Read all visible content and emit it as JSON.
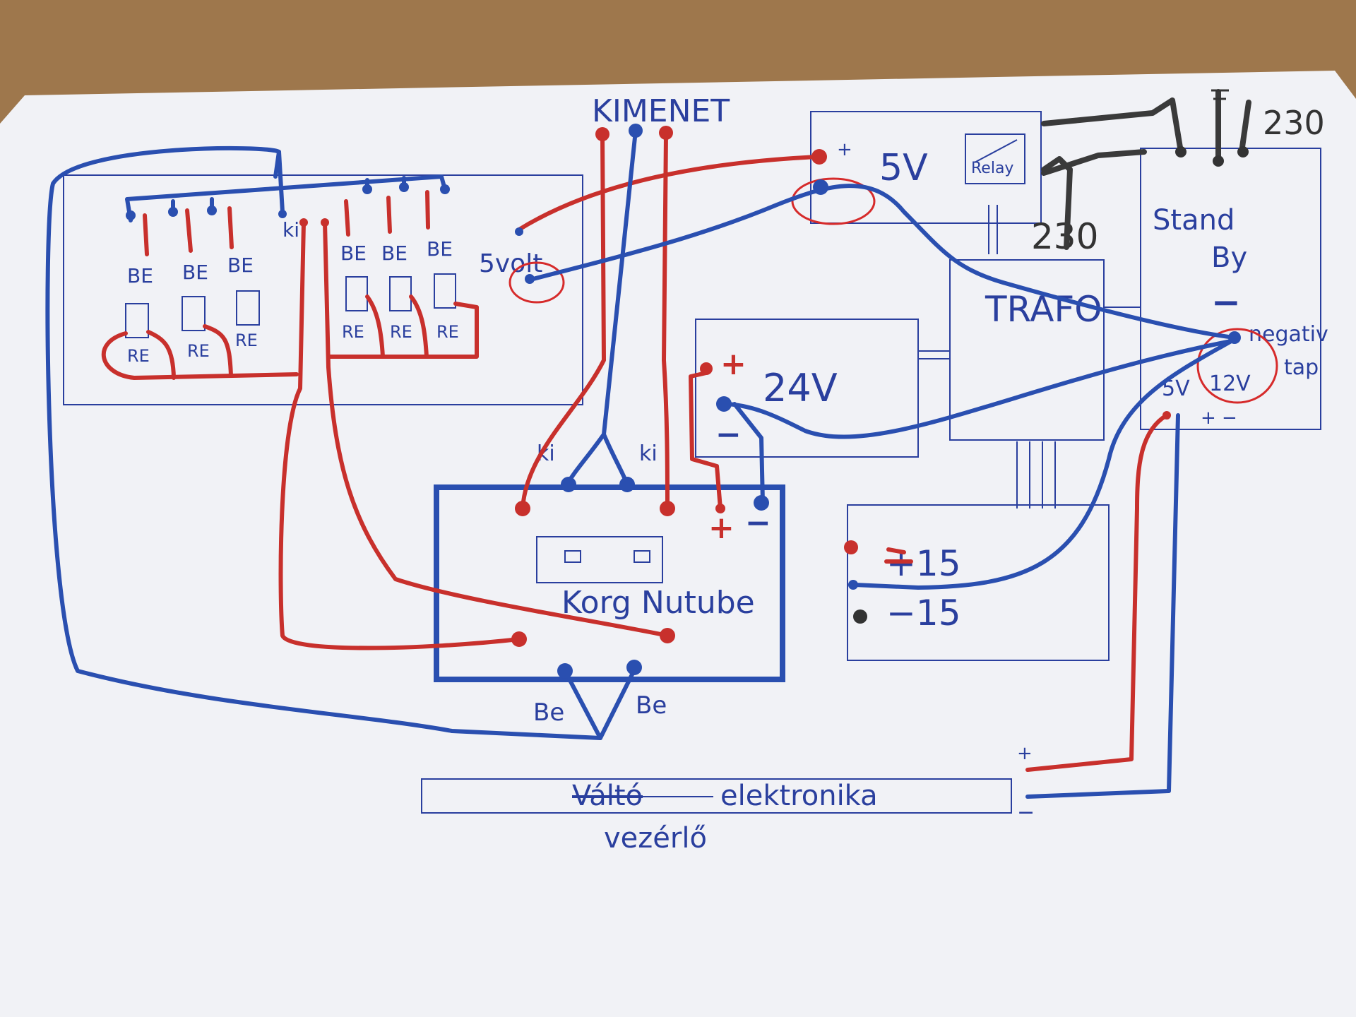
{
  "labels": {
    "kimenet": "KIMENET",
    "v5": "5V",
    "relay": "Relay",
    "v230_top": "230",
    "v230_mid": "230",
    "standby_1": "Stand",
    "standby_2": "By",
    "trafo": "TRAFO",
    "v24": "24V",
    "five_volt": "5volt",
    "ki_left": "ki",
    "ki_mid1": "ki",
    "ki_mid2": "ki",
    "be_1": "BE",
    "be_2": "BE",
    "be_3": "BE",
    "be_4": "BE",
    "be_5": "BE",
    "be_6": "BE",
    "re_1": "RE",
    "re_2": "RE",
    "re_3": "RE",
    "re_4": "RE",
    "re_5": "RE",
    "re_6": "RE",
    "korg": "Korg Nutube",
    "be_bottom_1": "Be",
    "be_bottom_2": "Be",
    "plus_24": "+",
    "minus_24": "−",
    "plus_korg": "+",
    "minus_korg": "−",
    "plus15": "+15",
    "minus15": "−15",
    "standby_minus": "−",
    "negativ_1": "negativ",
    "negativ_2": "tap",
    "sb_5v": "5V",
    "sb_12v": "12V",
    "sb_plus_minus": "+ −",
    "valto": "Váltó",
    "elektronika": "elektronika",
    "vezerlo": "vezérlő",
    "ctrl_plus": "+",
    "ctrl_minus": "−",
    "five_plus": "+"
  }
}
